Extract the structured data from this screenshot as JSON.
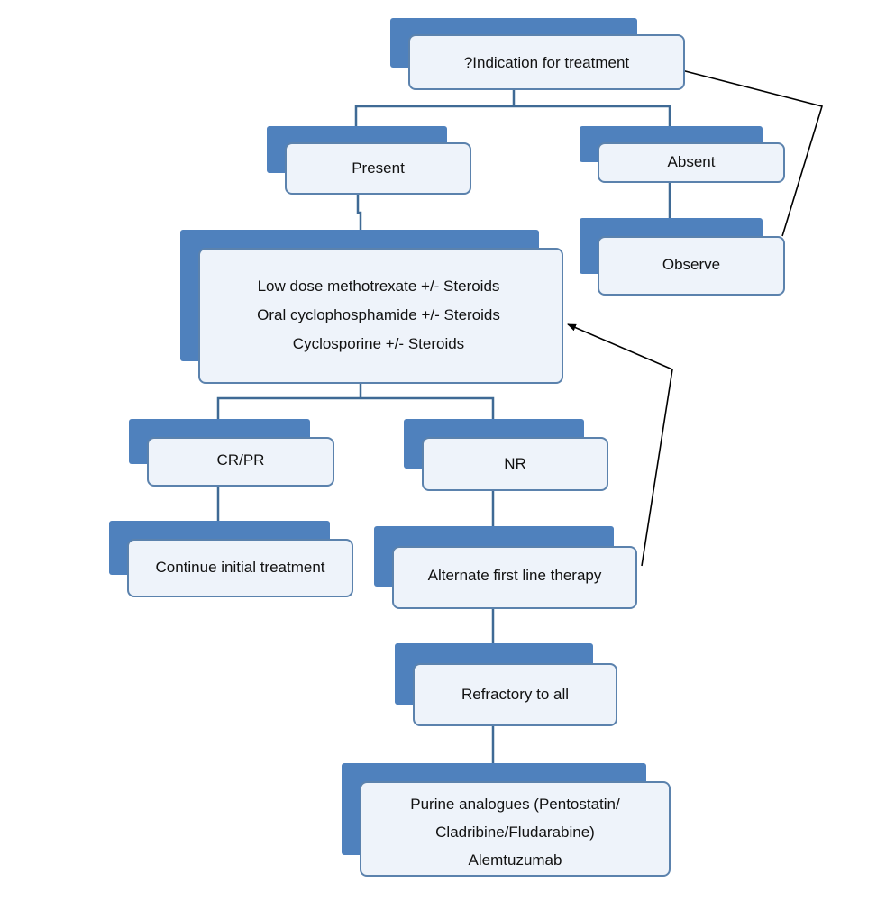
{
  "nodes": {
    "indication": {
      "lines": [
        "?Indication for treatment"
      ]
    },
    "present": {
      "lines": [
        "Present"
      ]
    },
    "absent": {
      "lines": [
        "Absent"
      ]
    },
    "observe": {
      "lines": [
        "Observe"
      ]
    },
    "first_line": {
      "lines": [
        "Low dose methotrexate +/- Steroids",
        "Oral cyclophosphamide +/- Steroids",
        "Cyclosporine +/- Steroids"
      ]
    },
    "cr_pr": {
      "lines": [
        "CR/PR"
      ]
    },
    "nr": {
      "lines": [
        "NR"
      ]
    },
    "continue": {
      "lines": [
        "Continue initial treatment"
      ]
    },
    "alternate": {
      "lines": [
        "Alternate first line therapy"
      ]
    },
    "refractory": {
      "lines": [
        "Refractory to all"
      ]
    },
    "purine": {
      "lines": [
        "Purine analogues (Pentostatin/",
        "Cladribine/Fludarabine)",
        "Alemtuzumab"
      ]
    }
  },
  "colors": {
    "box_back": "#4f81bd",
    "box_front": "#eef3fa",
    "box_border": "#5b82ad",
    "connector": "#3f6a95",
    "arrow": "#000000"
  }
}
